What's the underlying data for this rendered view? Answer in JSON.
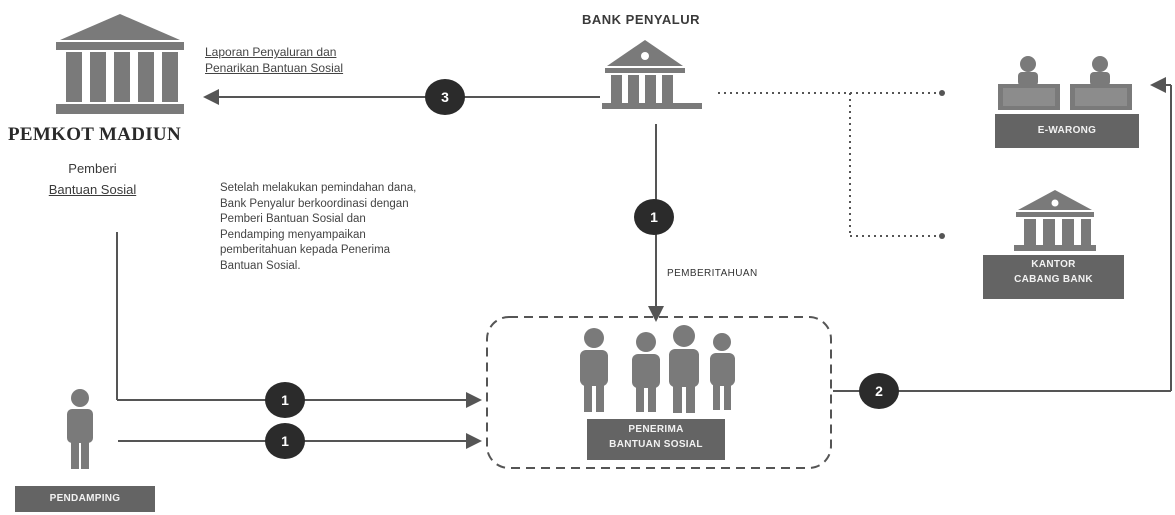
{
  "pemkot": {
    "title": "PEMKOT MADIUN",
    "subtitle_line1": "Pemberi",
    "subtitle_line2": "Bantuan Sosial"
  },
  "bank": {
    "title": "BANK PENYALUR"
  },
  "laporan": {
    "line1": "Laporan Penyaluran dan",
    "line2": "Penarikan Bantuan Sosial"
  },
  "note": {
    "line1": "Setelah melakukan pemindahan dana,",
    "line2": "Bank Penyalur berkoordinasi dengan",
    "line3": "Pemberi Bantuan Sosial dan",
    "line4": "Pendamping menyampaikan",
    "line5": "pemberitahuan kepada Penerima",
    "line6": "Bantuan Sosial."
  },
  "pemberitahuan": "PEMBERITAHUAN",
  "ewarong": "E-WARONG",
  "kantor": {
    "line1": "KANTOR",
    "line2": "CABANG BANK"
  },
  "penerima": {
    "line1": "PENERIMA",
    "line2": "BANTUAN SOSIAL"
  },
  "pendamping": "PENDAMPING",
  "steps": {
    "step3": "3",
    "step1_bank": "1",
    "step1_pemkot": "1",
    "step1_pendamping": "1",
    "step2": "2"
  },
  "colors": {
    "icon_gray": "#7a7a7a",
    "label_bg": "#646464",
    "badge": "#2b2b2b",
    "line": "#555555"
  }
}
